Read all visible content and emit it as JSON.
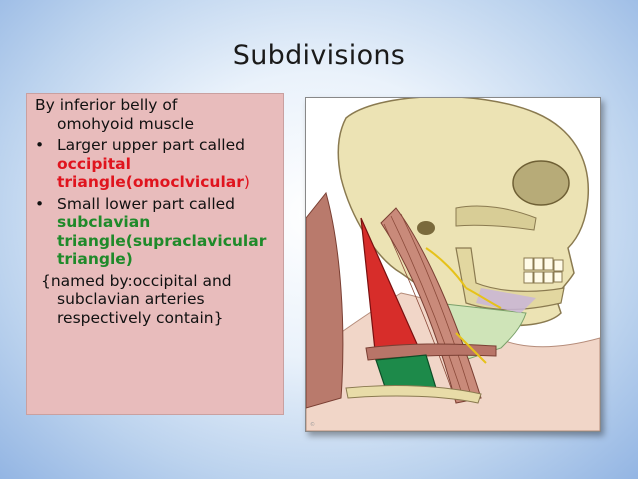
{
  "slide": {
    "title": "Subdivisions",
    "intro_line1": "By inferior belly of",
    "intro_line2": "omohyoid muscle",
    "bullets": [
      {
        "prefix": "Larger upper part called",
        "term_line1": "occipital",
        "term_line2": "triangle(omoclvicular",
        "term_suffix": ")"
      },
      {
        "prefix": "Small lower part called",
        "term_line1": "subclavian",
        "term_line2": "triangle(supraclavicular",
        "term_line3": "triangle)"
      }
    ],
    "note_line1": "{named by:occipital and",
    "note_line2": "subclavian arteries",
    "note_line3": "respectively contain}"
  },
  "colors": {
    "occipital_term": "#e0141e",
    "subclavian_term": "#1f8a2a",
    "textbox_background": "#e8bcbc"
  }
}
